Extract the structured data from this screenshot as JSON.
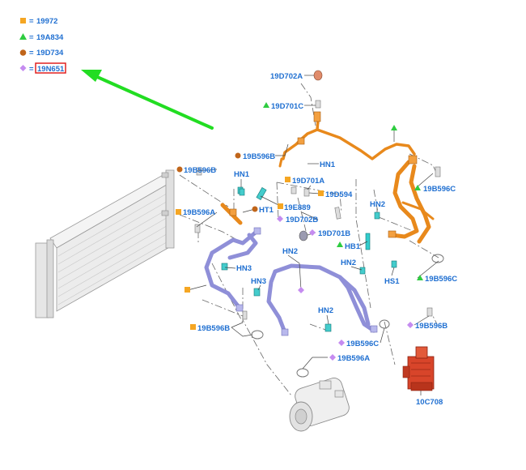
{
  "legend": [
    {
      "marker": "square",
      "color": "#f5a623",
      "text": "19972"
    },
    {
      "marker": "triangle",
      "color": "#2ecc40",
      "text": "19A834"
    },
    {
      "marker": "circle",
      "color": "#c0651a",
      "text": "19D734"
    },
    {
      "marker": "diamond",
      "color": "#c58cf0",
      "text": "19N651",
      "highlighted": true
    }
  ],
  "legend_eq": "=",
  "arrow_color": "#22dd22",
  "labels": {
    "l_19D702A": "19D702A",
    "l_19D701C": "19D701C",
    "l_19B596B_top": "19B596B",
    "l_HN1_right": "HN1",
    "l_19B596B_left": "19B596B",
    "l_HN1_left": "HN1",
    "l_19D701A": "19D701A",
    "l_19D594": "19D594",
    "l_19E889": "19E889",
    "l_HT1": "HT1",
    "l_19D702B": "19D702B",
    "l_19B596A_left": "19B596A",
    "l_19D701B": "19D701B",
    "l_HN2_right": "HN2",
    "l_19B596C_top": "19B596C",
    "l_HB1": "HB1",
    "l_HN2_mid": "HN2",
    "l_HN2_center": "HN2",
    "l_HN3_a": "HN3",
    "l_HS1": "HS1",
    "l_19B596C_right": "19B596C",
    "l_HN3_b": "HN3",
    "l_HN2_low": "HN2",
    "l_19B596B_right": "19B596B",
    "l_19B596B_low": "19B596B",
    "l_19B596C_low": "19B596C",
    "l_19B596A_low": "19B596A",
    "l_10C708": "10C708"
  },
  "colors": {
    "link_blue": "#1f6fd1",
    "orange_hose": "#e8891c",
    "lavender_hose": "#8f8fd8",
    "heater_red": "#d8452a"
  }
}
